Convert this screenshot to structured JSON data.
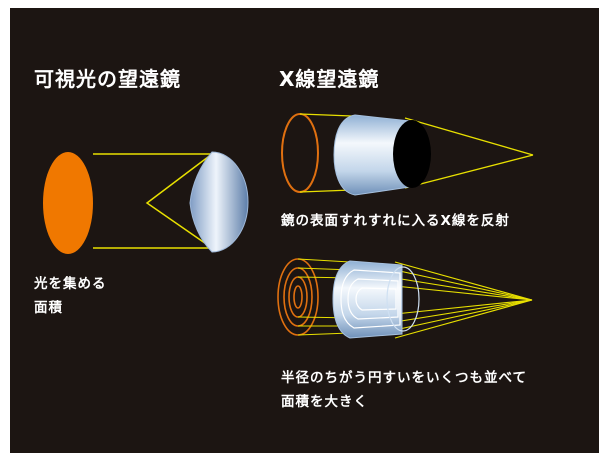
{
  "visible_telescope": {
    "title": "可視光の望遠鏡",
    "caption_line1": "光を集める",
    "caption_line2": "面積"
  },
  "xray_telescope": {
    "title": "X線望遠鏡",
    "single_caption": "鏡の表面すれすれに入るX線を反射",
    "nested_caption_line1": "半径のちがう円すいをいくつも並べて",
    "nested_caption_line2": "面積を大きく"
  },
  "colors": {
    "background": "#1c1512",
    "aperture_orange": "#f07800",
    "light_ray_yellow": "#e8e000",
    "mirror_blue": "#bcd4ec",
    "text": "#ffffff"
  }
}
